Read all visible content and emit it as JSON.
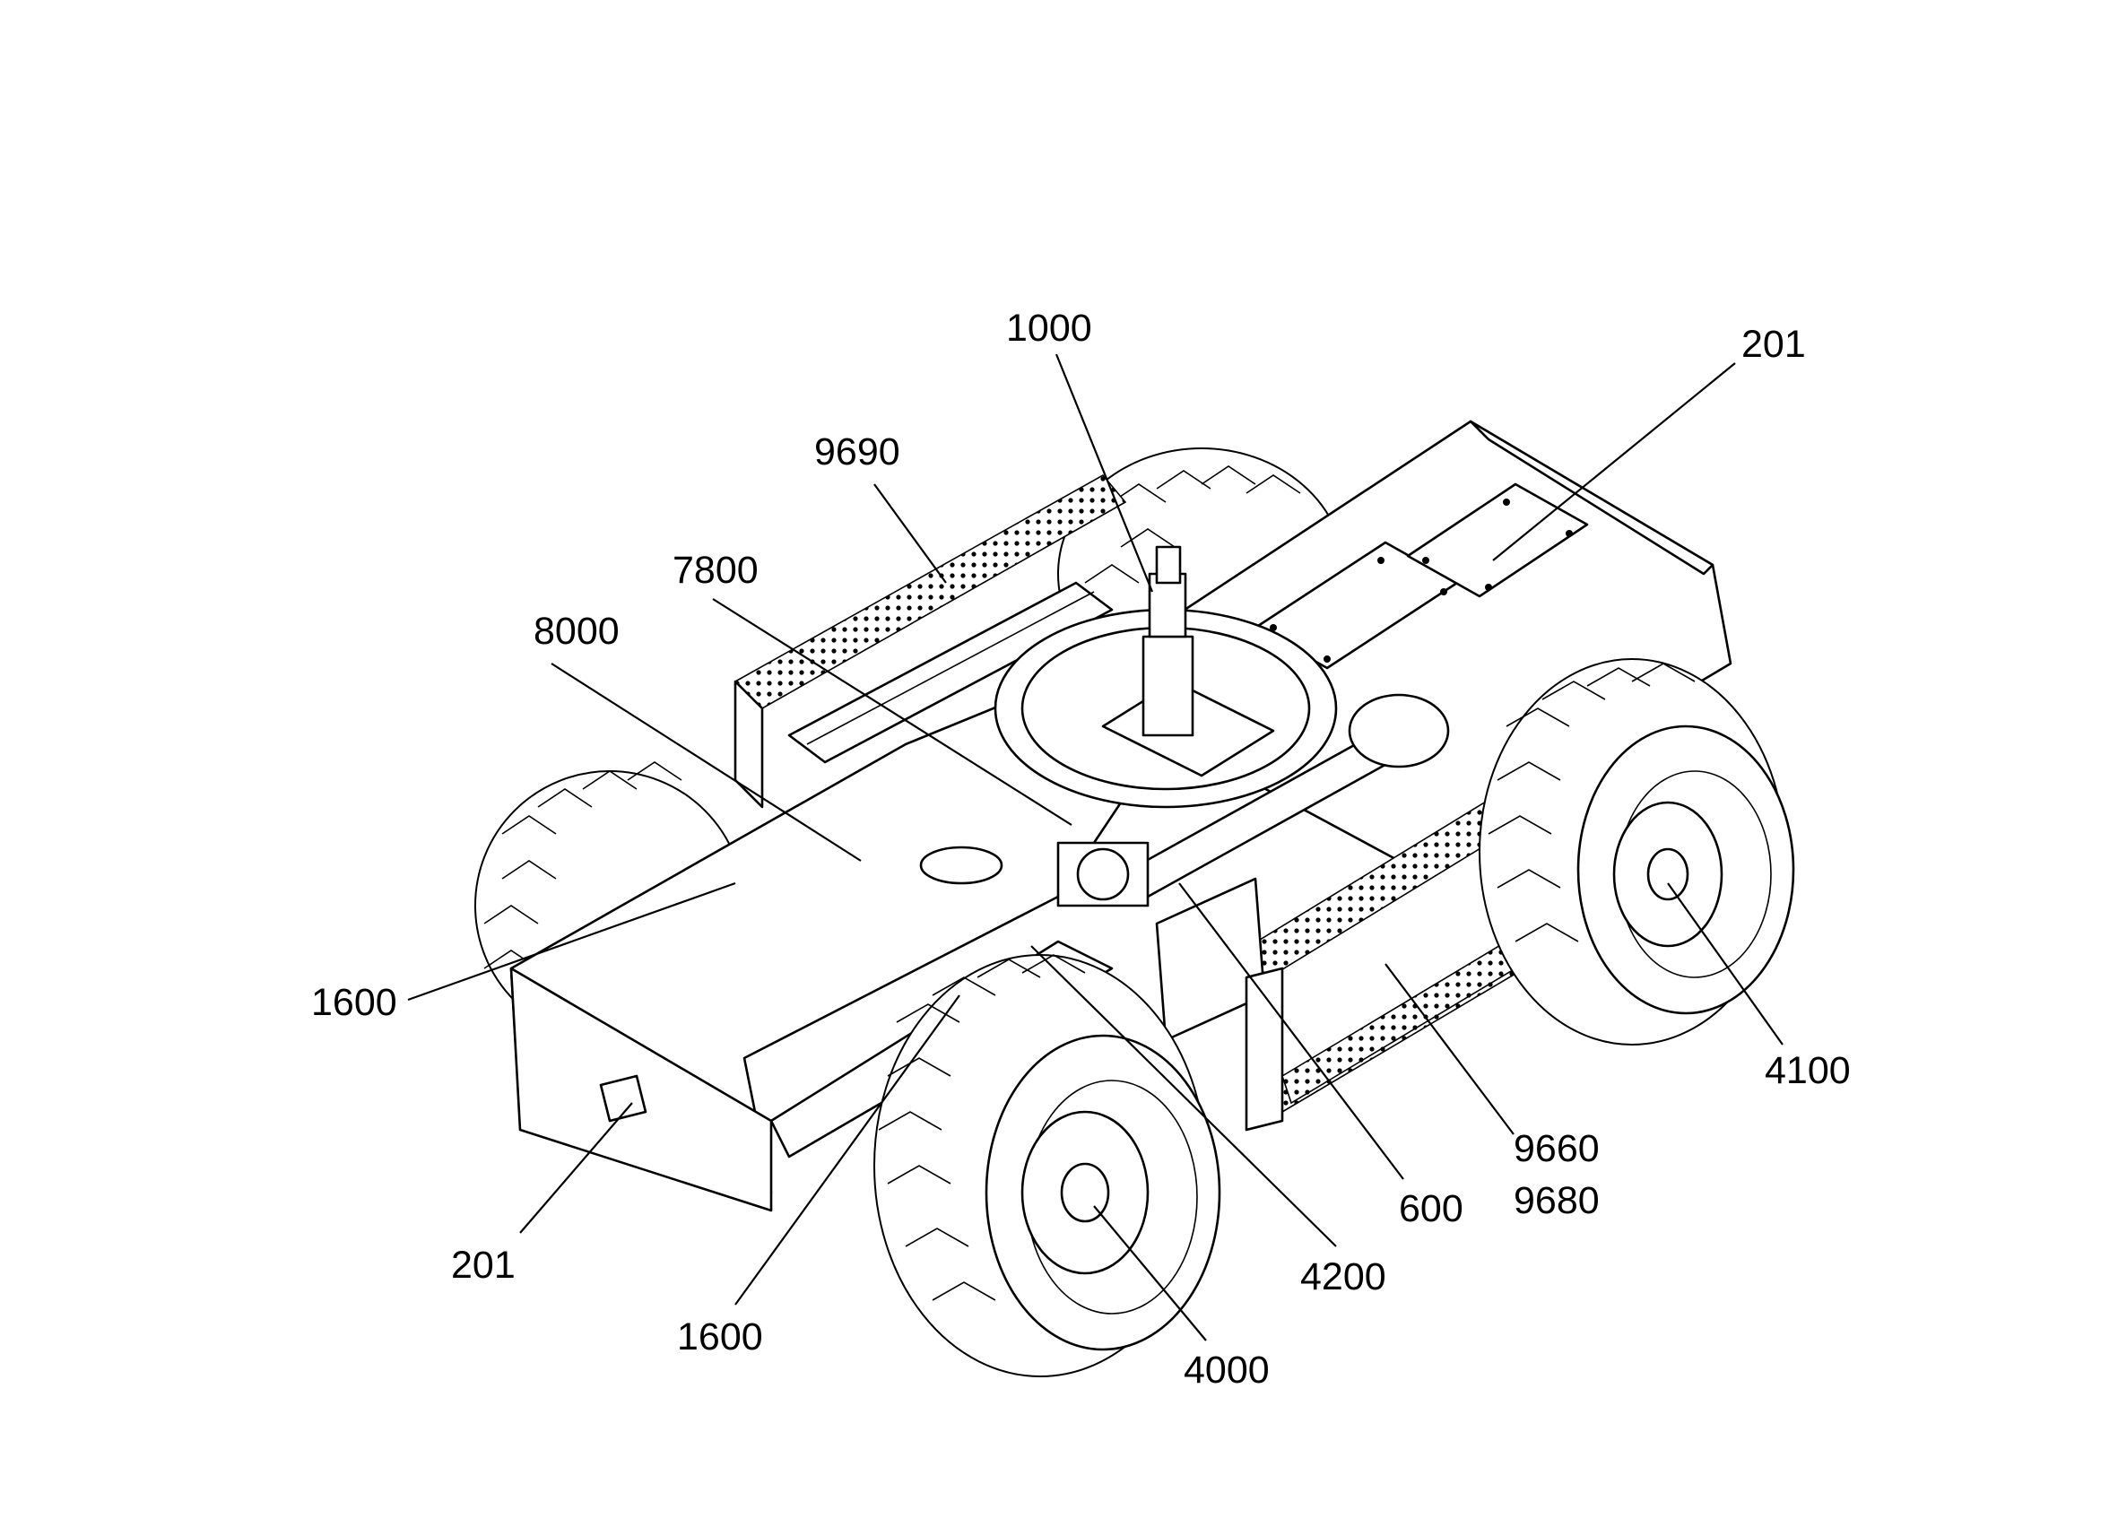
{
  "callouts": [
    {
      "id": "c1000",
      "label": "1000"
    },
    {
      "id": "c201a",
      "label": "201"
    },
    {
      "id": "c9690",
      "label": "9690"
    },
    {
      "id": "c7800",
      "label": "7800"
    },
    {
      "id": "c8000",
      "label": "8000"
    },
    {
      "id": "c1600a",
      "label": "1600"
    },
    {
      "id": "c4100",
      "label": "4100"
    },
    {
      "id": "c9660",
      "label": "9660"
    },
    {
      "id": "c9680",
      "label": "9680"
    },
    {
      "id": "c600",
      "label": "600"
    },
    {
      "id": "c4200",
      "label": "4200"
    },
    {
      "id": "c201b",
      "label": "201"
    },
    {
      "id": "c1600b",
      "label": "1600"
    },
    {
      "id": "c4000",
      "label": "4000"
    }
  ]
}
